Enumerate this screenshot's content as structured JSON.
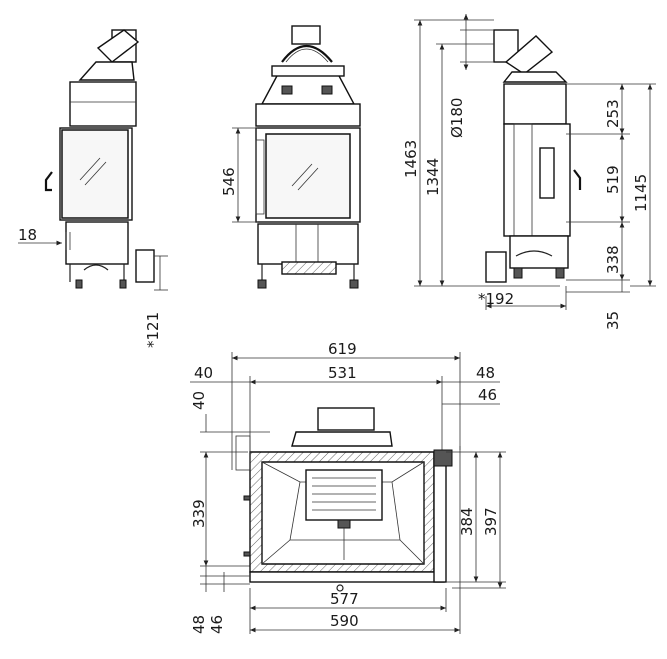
{
  "diagram": {
    "dimensions": {
      "d18": "18",
      "d121": "*121",
      "d546": "546",
      "d1463": "1463",
      "d1344": "1344",
      "d180": "Ø180",
      "d253": "253",
      "d519": "519",
      "d1145": "1145",
      "d338": "338",
      "d192": "*192",
      "d35": "35",
      "d619": "619",
      "d531": "531",
      "d40a": "40",
      "d48a": "48",
      "d46a": "46",
      "d40b": "40",
      "d339": "339",
      "d384": "384",
      "d397": "397",
      "d577": "577",
      "d590": "590",
      "d48b": "48",
      "d46b": "46"
    }
  }
}
